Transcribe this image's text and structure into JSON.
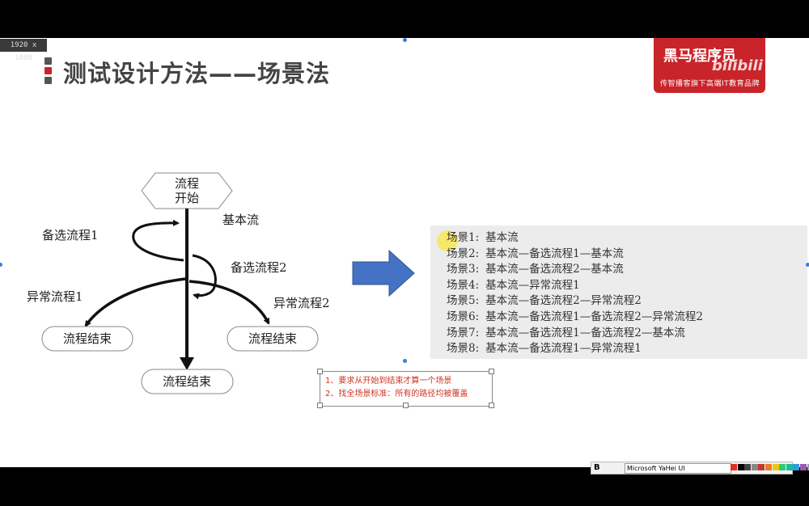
{
  "resolution_label": "1920 x 1080",
  "slide": {
    "title": "测试设计方法——场景法",
    "title_marks": [
      "#555555",
      "#c8242a",
      "#555555"
    ]
  },
  "logo": {
    "main": "黑马程序员",
    "sub": "传智播客旗下高端IT教育品牌",
    "watermark": "bilibili",
    "color": "#c8242a"
  },
  "diagram": {
    "start": [
      "流程",
      "开始"
    ],
    "basic_flow": "基本流",
    "alt1": "备选流程1",
    "alt2": "备选流程2",
    "exc1": "异常流程1",
    "exc2": "异常流程2",
    "end_left": "流程结束",
    "end_right": "流程结束",
    "end_bottom": "流程结束",
    "arrow_color": "#4472c4"
  },
  "scenarios": [
    {
      "label": "场景1:",
      "path": "基本流"
    },
    {
      "label": "场景2:",
      "path": "基本流—备选流程1—基本流"
    },
    {
      "label": "场景3:",
      "path": "基本流—备选流程2—基本流"
    },
    {
      "label": "场景4:",
      "path": "基本流—异常流程1"
    },
    {
      "label": "场景5:",
      "path": "基本流—备选流程2—异常流程2"
    },
    {
      "label": "场景6:",
      "path": "基本流—备选流程1—备选流程2—异常流程2"
    },
    {
      "label": "场景7:",
      "path": "基本流—备选流程1—备选流程2—基本流"
    },
    {
      "label": "场景8:",
      "path": "基本流—备选流程1—异常流程1"
    }
  ],
  "notes": [
    "1、要求从开始到结束才算一个场景",
    "2、找全场景标准：所有的路径均被覆盖"
  ],
  "format_toolbar": {
    "bold_label": "B",
    "font_name": "Microsoft YaHei UI",
    "swatches": [
      "#e03020",
      "#000000",
      "#444444",
      "#888888",
      "#c0392b",
      "#e67e22",
      "#f1c40f",
      "#2ecc71",
      "#1abc9c",
      "#3498db",
      "#9b59b6",
      "#95a5a6"
    ]
  }
}
